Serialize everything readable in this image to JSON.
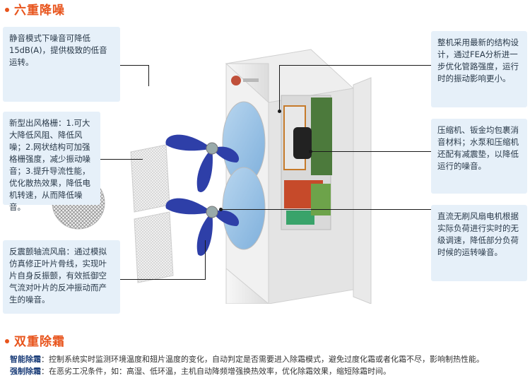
{
  "section1": {
    "title": "六重降噪"
  },
  "section2": {
    "title": "双重除霜"
  },
  "callouts": {
    "quiet_mode": "静音模式下噪音可降低15dB(A)，提供极致的低音运转。",
    "grille": "新型出风格栅：1.可大大降低风阻、降低风噪；2.网状结构可加强格栅强度，减少振动噪音；3.提升导流性能，优化散热效果，降低电机转速，从而降低噪音。",
    "fan": "反震颤轴流风扇：通过模拟仿真修正叶片骨线，实现叶片自身反振颤，有效抵御空气流对叶片的反冲振动而产生的噪音。",
    "structure": "整机采用最新的结构设计，通过FEA分析进一步优化管路强度，运行时的振动影响更小。",
    "compressor": "压缩机、钣金均包裹消音材料；水泵和压缩机还配有减震垫，以降低运行的噪音。",
    "motor": "直流无刷风扇电机根据实际负荷进行实时的无级调速，降低部分负荷时候的运转噪音。"
  },
  "defrost": {
    "smart_label": "智能除霜",
    "smart_text": "：控制系统实时监测环境温度和翅片温度的变化，自动判定是否需要进入除霜模式，避免过度化霜或者化霜不尽，影响制热性能。",
    "strong_label": "强制除霜",
    "strong_text": "：在恶劣工况条件，如：高湿、低环温，主机自动降频增强换热效率，优化除霜效果，缩短除霜时间。"
  },
  "colors": {
    "accent": "#e8541c",
    "box_bg": "#e6f0f9",
    "label_blue": "#1d3f7a",
    "fan_blue": "#2e3fa8"
  }
}
